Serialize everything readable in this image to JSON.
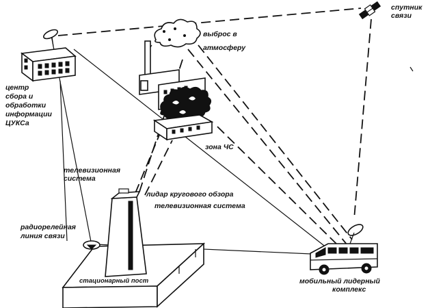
{
  "labels": {
    "satellite": [
      "спутник",
      "связи"
    ],
    "emission": [
      "выброс в",
      "атмосферу"
    ],
    "center": [
      "центр",
      "сбора и",
      "обработки",
      "информации",
      "ЦУКСа"
    ],
    "tv_system_left": [
      "телевизионная",
      "система"
    ],
    "emergency_zone": "зона ЧС",
    "lidar": "лидар кругового обзора",
    "tv_system_right": "телевизионная система",
    "radio_relay": [
      "радиорелейная",
      "линия связи"
    ],
    "stationary_post": "стационарный пост",
    "mobile_complex": [
      "мобильный лидерный",
      "комплекс"
    ]
  },
  "colors": {
    "ink": "#111111",
    "background": "#ffffff"
  }
}
